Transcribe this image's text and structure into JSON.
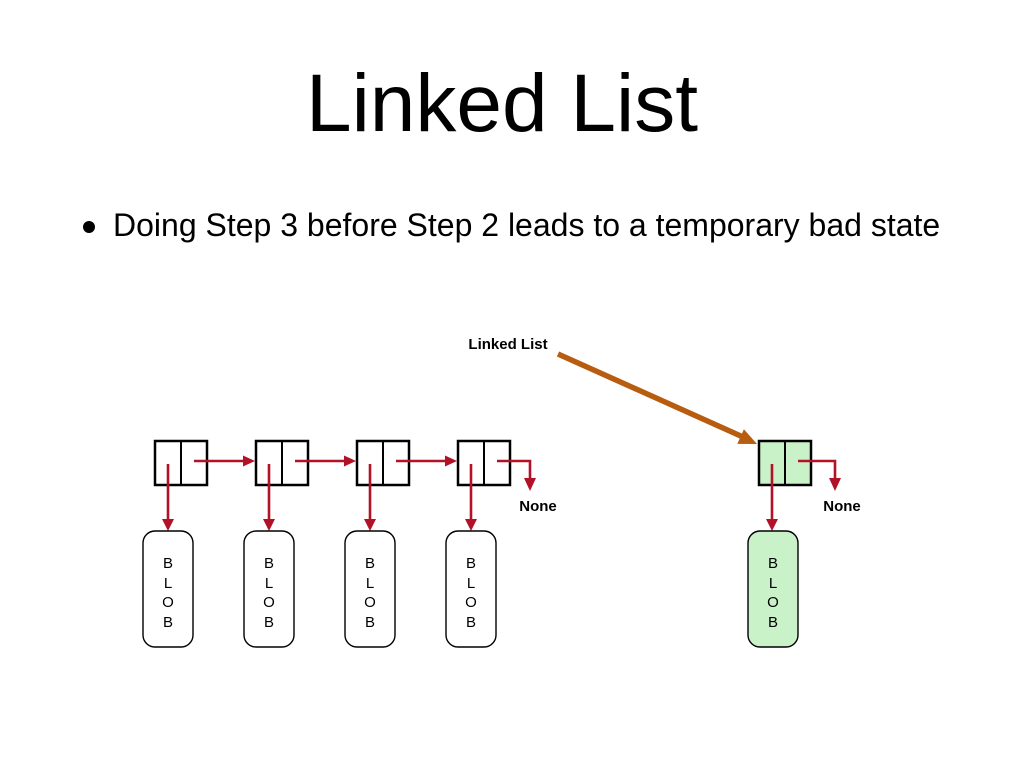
{
  "slide": {
    "title": "Linked List",
    "bullet_text": "Doing Step 3 before Step 2 leads to a temporary bad state"
  },
  "diagram": {
    "pointer_label": "Linked List",
    "none_label": "None",
    "blob_letters": [
      "B",
      "L",
      "O",
      "B"
    ],
    "node_count": 5,
    "highlighted_node_index": 4
  },
  "colors": {
    "red": "#b11227",
    "orange": "#b85c10",
    "green": "#c9f2c8",
    "ink": "#000000"
  }
}
